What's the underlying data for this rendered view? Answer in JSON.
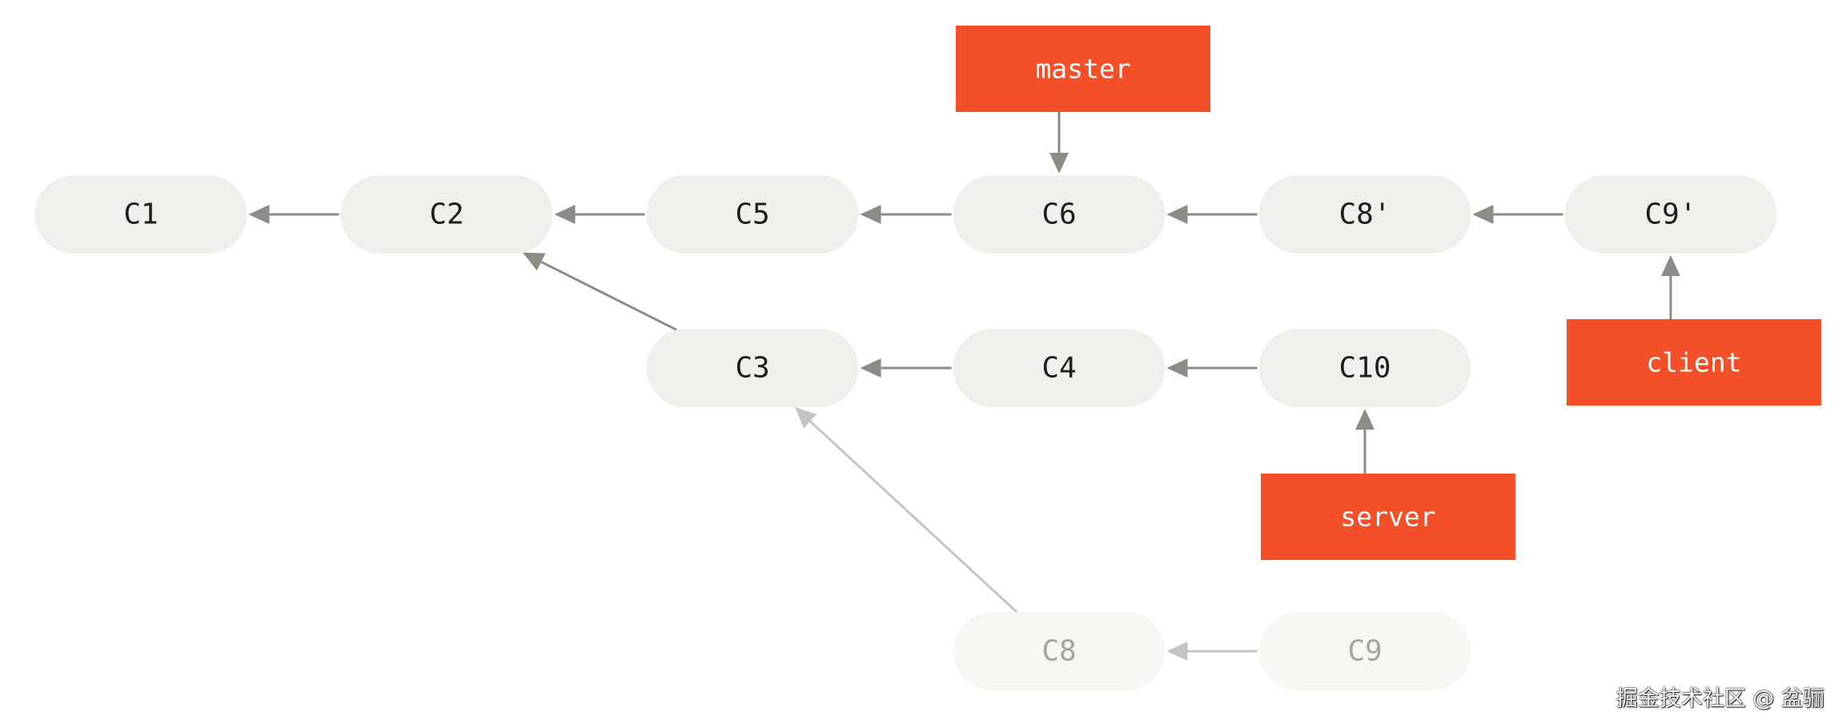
{
  "colors": {
    "commit_fill": "#f0efeb",
    "commit_fill_faded": "#f6f6f3",
    "commit_text": "#1d1d1d",
    "commit_text_faded": "#a4a4a0",
    "arrow": "#8c8b84",
    "arrow_faded": "#c4c4c0",
    "branch_fill": "#f34f29",
    "branch_text": "#ffffff"
  },
  "commits": [
    {
      "id": "C1",
      "label": "C1",
      "faded": false
    },
    {
      "id": "C2",
      "label": "C2",
      "faded": false
    },
    {
      "id": "C5",
      "label": "C5",
      "faded": false
    },
    {
      "id": "C6",
      "label": "C6",
      "faded": false
    },
    {
      "id": "C8p",
      "label": "C8'",
      "faded": false
    },
    {
      "id": "C9p",
      "label": "C9'",
      "faded": false
    },
    {
      "id": "C3",
      "label": "C3",
      "faded": false
    },
    {
      "id": "C4",
      "label": "C4",
      "faded": false
    },
    {
      "id": "C10",
      "label": "C10",
      "faded": false
    },
    {
      "id": "C8",
      "label": "C8",
      "faded": true
    },
    {
      "id": "C9",
      "label": "C9",
      "faded": true
    }
  ],
  "branches": [
    {
      "id": "master",
      "label": "master",
      "points_to": "C6"
    },
    {
      "id": "client",
      "label": "client",
      "points_to": "C9p"
    },
    {
      "id": "server",
      "label": "server",
      "points_to": "C10"
    }
  ],
  "parent_links": [
    {
      "from": "C2",
      "to": "C1",
      "faded": false
    },
    {
      "from": "C5",
      "to": "C2",
      "faded": false
    },
    {
      "from": "C6",
      "to": "C5",
      "faded": false
    },
    {
      "from": "C8p",
      "to": "C6",
      "faded": false
    },
    {
      "from": "C9p",
      "to": "C8p",
      "faded": false
    },
    {
      "from": "C3",
      "to": "C2",
      "faded": false
    },
    {
      "from": "C4",
      "to": "C3",
      "faded": false
    },
    {
      "from": "C10",
      "to": "C4",
      "faded": false
    },
    {
      "from": "C8",
      "to": "C3",
      "faded": true
    },
    {
      "from": "C9",
      "to": "C8",
      "faded": true
    }
  ],
  "watermark": "掘金技术社区 @ 盆骊"
}
